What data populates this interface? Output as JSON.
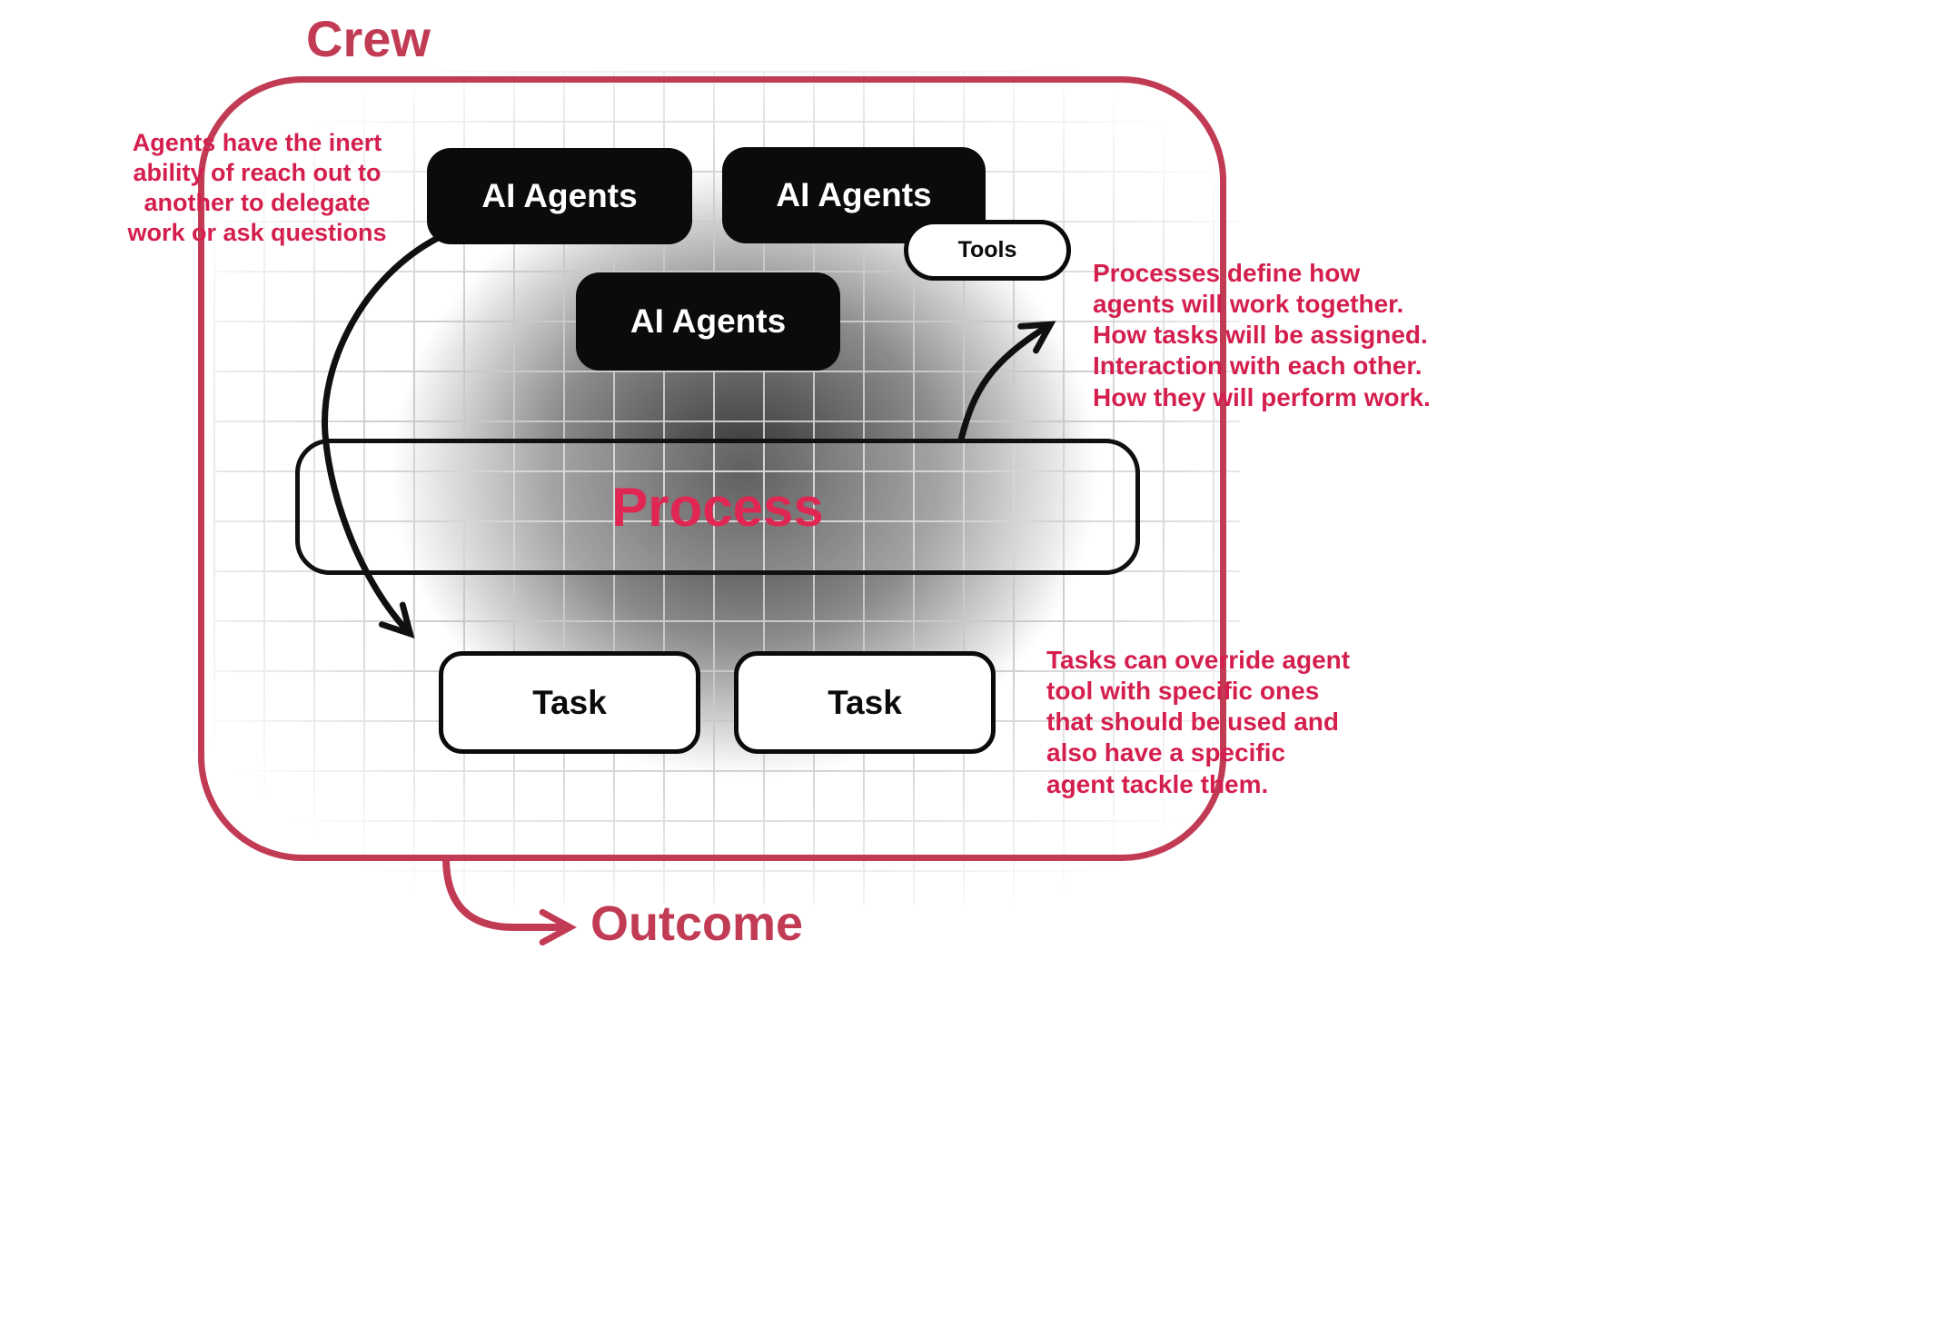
{
  "diagram": {
    "title": "Crew",
    "outcome_label": "Outcome",
    "nodes": {
      "agent1": {
        "label": "AI Agents"
      },
      "agent2": {
        "label": "AI Agents"
      },
      "agent3": {
        "label": "AI Agents"
      },
      "tools": {
        "label": "Tools"
      },
      "process": {
        "label": "Process"
      },
      "task1": {
        "label": "Task"
      },
      "task2": {
        "label": "Task"
      }
    },
    "annotations": {
      "agents_note": [
        "Agents have the inert",
        "ability of reach out to",
        "another to delegate",
        "work or ask questions"
      ],
      "process_note": [
        "Processes define how",
        "agents will work together.",
        "How tasks will be assigned.",
        "Interaction with each other.",
        "How they will perform work."
      ],
      "tasks_note": [
        "Tasks can override agent",
        "tool with specific ones",
        "that should be used and",
        "also have a specific",
        "agent tackle them."
      ]
    },
    "colors": {
      "frame": "#c13b55",
      "annotation_text": "#d41f4e",
      "process_text": "#e02652",
      "node_black": "#0b0b0b",
      "grid_line": "#c9c9c9"
    }
  }
}
